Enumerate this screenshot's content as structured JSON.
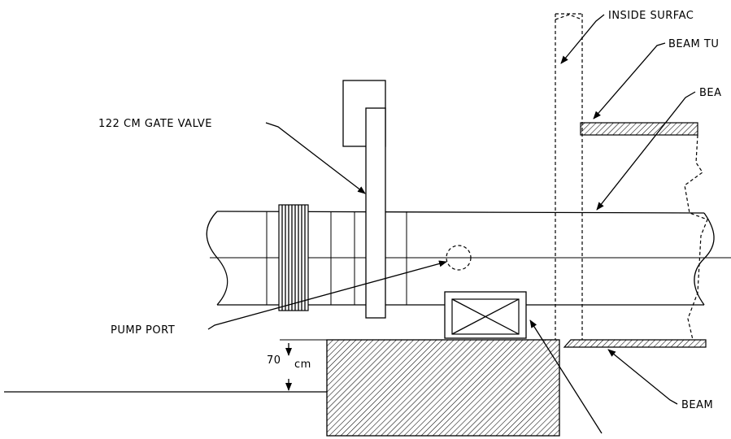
{
  "labels": {
    "gate_valve": "122 CM GATE VALVE",
    "pump_port": "PUMP PORT",
    "inside_surface": "INSIDE SURFAC",
    "beam_tube_1": "BEAM TU",
    "beam_tube_2": "BEA",
    "beam_bottom": "BEAM",
    "height_value": "70",
    "height_unit": "cm"
  },
  "colors": {
    "ink": "#000000",
    "background": "#ffffff"
  }
}
